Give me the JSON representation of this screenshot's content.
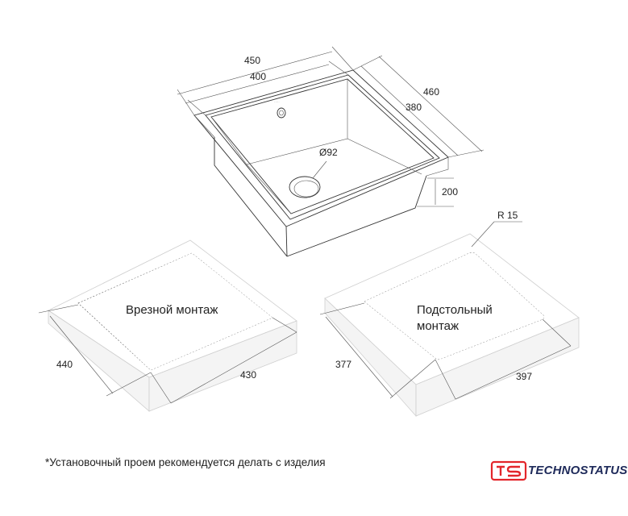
{
  "sink": {
    "dims": {
      "width_outer": "450",
      "width_inner": "400",
      "depth_outer": "460",
      "depth_inner": "380",
      "height": "200",
      "drain_diameter": "Ø92"
    }
  },
  "mortise": {
    "label": "Врезной монтаж",
    "dim_depth": "440",
    "dim_width": "430"
  },
  "undermount": {
    "label_line1": "Подстольный",
    "label_line2": "монтаж",
    "radius": "R 15",
    "dim_depth": "377",
    "dim_width": "397"
  },
  "footnote": "*Установочный проем рекомендуется делать с изделия",
  "brand": {
    "name": "TECHNOSTATUS",
    "color": "#1e2a5a",
    "accent": "#e3262b"
  }
}
